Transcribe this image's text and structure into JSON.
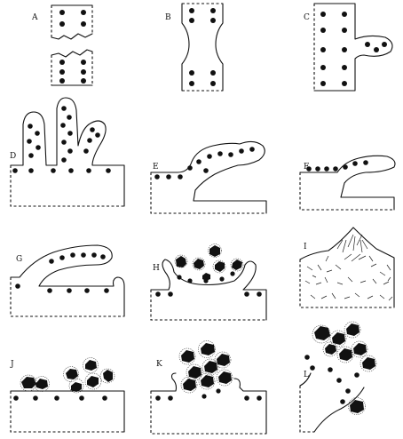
{
  "figure": {
    "panels": [
      {
        "id": "a",
        "label": "A"
      },
      {
        "id": "b",
        "label": "B"
      },
      {
        "id": "c",
        "label": "C"
      },
      {
        "id": "d",
        "label": "D"
      },
      {
        "id": "e",
        "label": "E"
      },
      {
        "id": "f",
        "label": "F"
      },
      {
        "id": "g",
        "label": "G"
      },
      {
        "id": "h",
        "label": "H"
      },
      {
        "id": "i",
        "label": "I"
      },
      {
        "id": "j",
        "label": "J"
      },
      {
        "id": "k",
        "label": "K"
      },
      {
        "id": "l",
        "label": "L"
      }
    ]
  }
}
